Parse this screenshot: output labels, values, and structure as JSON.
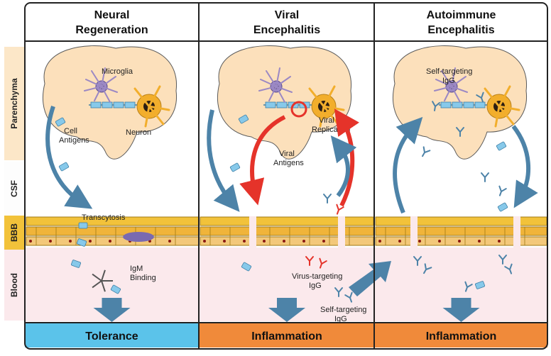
{
  "panels": [
    {
      "title_line1": "Neural",
      "title_line2": "Regeneration",
      "footer": "Tolerance",
      "footer_color": "#5bc3ea"
    },
    {
      "title_line1": "Viral",
      "title_line2": "Encephalitis",
      "footer": "Inflammation",
      "footer_color": "#f08a3a"
    },
    {
      "title_line1": "Autoimmune",
      "title_line2": "Encephalitis",
      "footer": "Inflammation",
      "footer_color": "#f08a3a"
    }
  ],
  "sides": {
    "parenchyma": "Parenchyma",
    "csf": "CSF",
    "bbb": "BBB",
    "blood": "Blood"
  },
  "labels": {
    "microglia": "Microglia",
    "neuron": "Neuron",
    "cell_antigens_1": "Cell",
    "cell_antigens_2": "Antigens",
    "transcytosis": "Transcytosis",
    "igm_1": "IgM",
    "igm_2": "Binding",
    "viral_rep_1": "Viral",
    "viral_rep_2": "Replication",
    "viral_antigens_1": "Viral",
    "viral_antigens_2": "Antigens",
    "virus_igg_1": "Virus-targeting",
    "virus_igg_2": "IgG",
    "self_igg_1": "Self-targeting",
    "self_igg_2": "IgG",
    "auto_self_1": "Self-targeting",
    "auto_self_2": "IgG"
  },
  "colors": {
    "parenchyma_band": "#fce7c8",
    "brain": "#fce0bb",
    "bbb": "#f2c23a",
    "blood": "#fbe9ec",
    "arrow_blue": "#4d83a8",
    "arrow_red": "#e5332a",
    "microglia": "#9b88c4",
    "neuron": "#f2ae2c",
    "antigen": "#87c9ea"
  }
}
